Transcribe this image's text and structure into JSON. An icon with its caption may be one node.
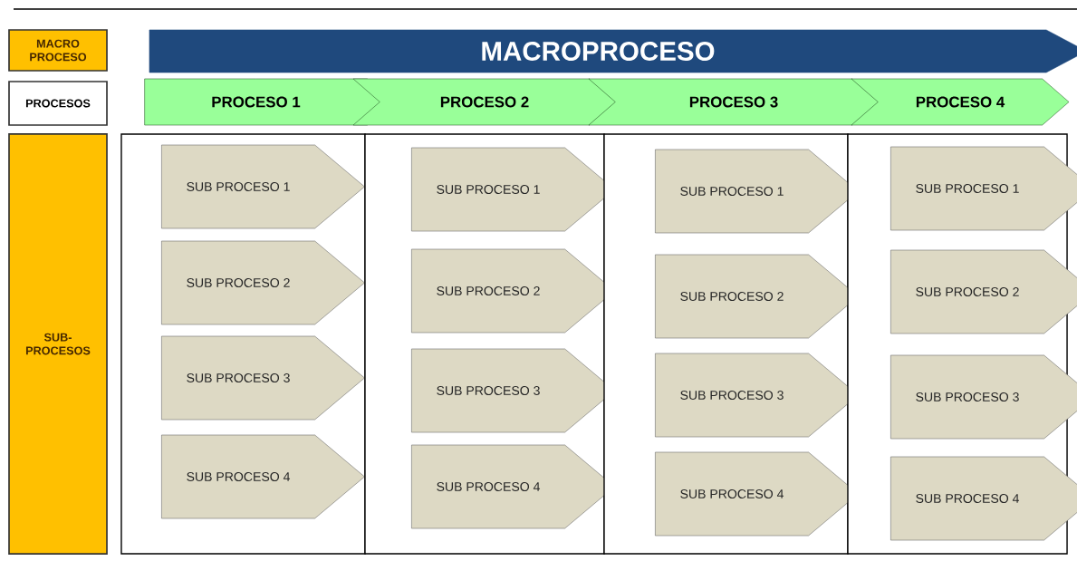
{
  "diagram": {
    "nodes": [
      {
        "text": [
          "MACRO PROCESO"
        ]
      },
      {
        "text": [
          "PROCESOS"
        ]
      },
      {
        "text": [
          "SUB- PROCESOS"
        ]
      },
      {
        "text": [
          "MACROPROCESO"
        ]
      },
      {
        "text": [
          "PROCESO 1"
        ]
      },
      {
        "text": [
          "PROCESO 2"
        ]
      },
      {
        "text": [
          "PROCESO 3"
        ]
      },
      {
        "text": [
          "PROCESO 4"
        ]
      },
      {
        "text": [],
        "shape": "box"
      },
      {
        "text": [
          "SUB PROCESO 1"
        ],
        "in": 8
      },
      {
        "text": [
          "SUB PROCESO 2"
        ],
        "in": 8
      },
      {
        "text": [
          "SUB PROCESO 3"
        ],
        "in": 8
      },
      {
        "text": [
          "SUB PROCESO 4"
        ],
        "in": 8
      },
      {
        "text": [],
        "shape": "box"
      },
      {
        "text": [
          "SUB PROCESO 1"
        ],
        "in": 13
      },
      {
        "text": [
          "SUB PROCESO 2"
        ],
        "in": 13
      },
      {
        "text": [
          "SUB PROCESO 3"
        ],
        "in": 13
      },
      {
        "text": [
          "SUB PROCESO 4"
        ],
        "in": 13
      },
      {
        "text": [],
        "shape": "box"
      },
      {
        "text": [
          "SUB PROCESO 1"
        ],
        "in": 18
      },
      {
        "text": [
          "SUB PROCESO 2"
        ],
        "in": 18
      },
      {
        "text": [
          "SUB PROCESO 3"
        ],
        "in": 18
      },
      {
        "text": [
          "SUB PROCESO 4"
        ],
        "in": 18
      },
      {
        "text": [],
        "shape": "box"
      },
      {
        "text": [
          "SUB PROCESO 1"
        ],
        "in": 23
      },
      {
        "text": [
          "SUB PROCESO 2"
        ],
        "in": 23
      },
      {
        "text": [
          "SUB PROCESO 3"
        ],
        "in": 23
      },
      {
        "text": [
          "SUB PROCESO 4"
        ],
        "in": 23
      }
    ]
  }
}
